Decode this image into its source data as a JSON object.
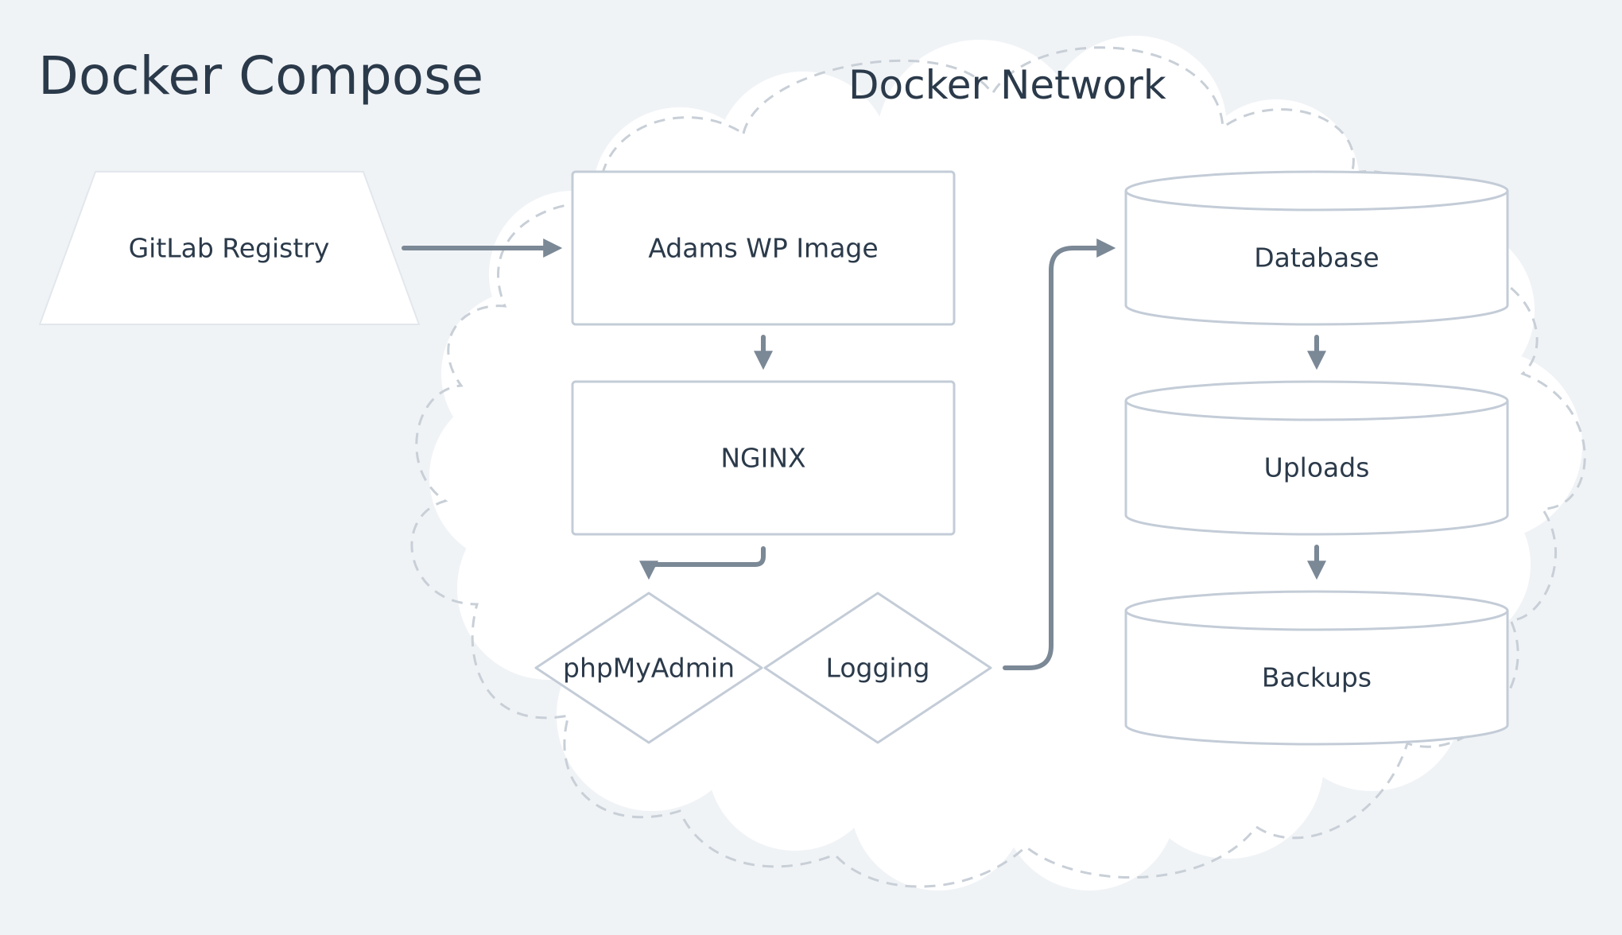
{
  "diagram": {
    "title": "Docker Compose",
    "network_label": "Docker Network",
    "nodes": {
      "gitlab_registry": "GitLab Registry",
      "adams_wp_image": "Adams WP Image",
      "nginx": "NGINX",
      "phpmyadmin": "phpMyAdmin",
      "logging": "Logging",
      "database": "Database",
      "uploads": "Uploads",
      "backups": "Backups"
    },
    "edges": [
      {
        "from": "GitLab Registry",
        "to": "Adams WP Image"
      },
      {
        "from": "Adams WP Image",
        "to": "NGINX"
      },
      {
        "from": "NGINX",
        "to": "phpMyAdmin"
      },
      {
        "from": "Logging",
        "to": "Database"
      },
      {
        "from": "Database",
        "to": "Uploads"
      },
      {
        "from": "Uploads",
        "to": "Backups"
      }
    ],
    "colors": {
      "background": "#f0f3f6",
      "node_fill": "#ffffff",
      "node_border": "#c3ccd7",
      "cloud_border": "#c8cfd7",
      "arrow": "#7b8896",
      "text": "#2b3a4a"
    }
  }
}
